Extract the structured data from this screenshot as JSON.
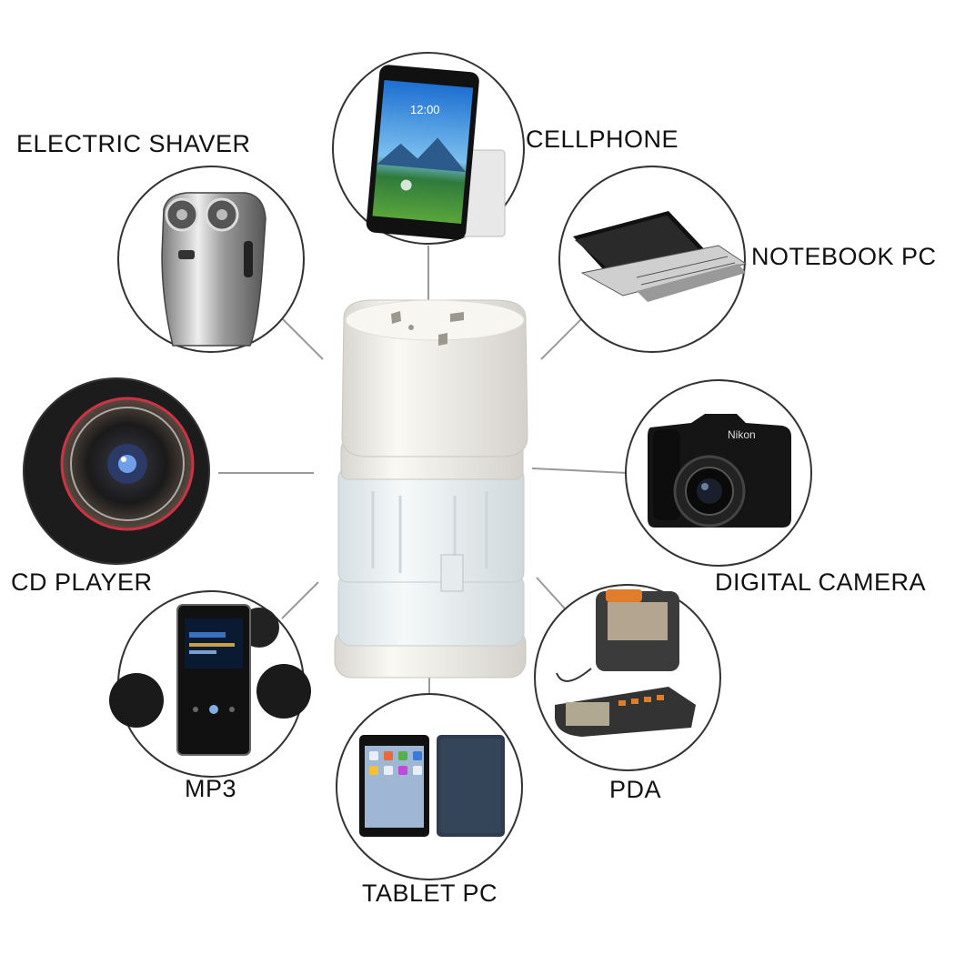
{
  "labels": {
    "electric_shaver": "ELECTRIC SHAVER",
    "cellphone": "CELLPHONE",
    "notebook_pc": "NOTEBOOK PC",
    "cd_player": "CD PLAYER",
    "digital_camera": "DIGITAL CAMERA",
    "mp3": "MP3",
    "pda": "PDA",
    "tablet_pc": "TABLET PC"
  },
  "phone_screen": {
    "clock": "12:00"
  },
  "camera": {
    "brand": "Nikon"
  },
  "colors": {
    "line": "#9a9a9a",
    "circle_border": "#333333",
    "adapter_body": "#f3f1ea",
    "adapter_clear": "#e8eef0"
  }
}
